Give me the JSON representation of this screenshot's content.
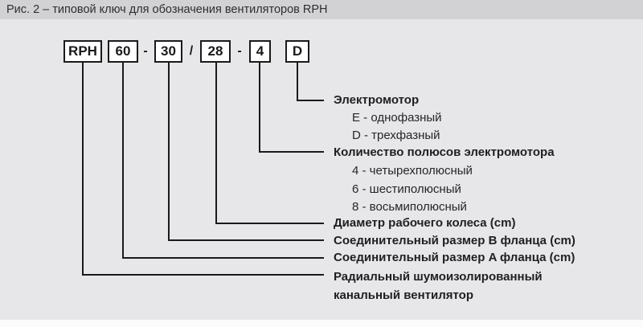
{
  "figure": {
    "title": "Рис. 2 – типовой ключ для обозначения вентиляторов RPH"
  },
  "code": {
    "boxes": [
      "RPH",
      "60",
      "30",
      "28",
      "4",
      "D"
    ],
    "separators": [
      "-",
      "/",
      "-"
    ]
  },
  "legend": [
    {
      "heading": "Электромотор",
      "items": [
        "E - однофазный",
        "D - трехфазный"
      ]
    },
    {
      "heading": "Количество полюсов электромотора",
      "items": [
        "4 - четырехполюсный",
        "6 - шестиполюсный",
        "8 - восьмиполюсный"
      ]
    },
    {
      "heading": "Диаметр рабочего колеса (cm)",
      "items": []
    },
    {
      "heading": "Соединительный размер B фланца (cm)",
      "items": []
    },
    {
      "heading": "Соединительный размер A фланца (cm)",
      "items": []
    },
    {
      "heading": "Радиальный шумоизолированный канальный вентилятор",
      "items": []
    }
  ],
  "colors": {
    "background": "#e7e7e9",
    "title_band": "#d2d2d4",
    "line": "#1a1a1a",
    "box_fill": "#ffffff",
    "text": "#1f1f1f"
  }
}
